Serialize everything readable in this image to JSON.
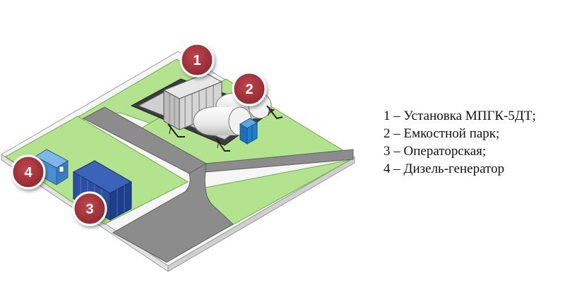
{
  "markers": [
    {
      "id": "1",
      "label": "1"
    },
    {
      "id": "2",
      "label": "2"
    },
    {
      "id": "3",
      "label": "3"
    },
    {
      "id": "4",
      "label": "4"
    }
  ],
  "legend": {
    "items": [
      "1 – Установка МПГК-5ДТ;",
      "2 – Емкостной парк;",
      "3 – Операторская;",
      "4 – Дизель-генератор"
    ]
  },
  "colors": {
    "grass": "#b3e38f",
    "grass_edge": "#6faa4c",
    "road": "#8c8c8c",
    "road_edge": "#5f5f5f",
    "slab": "#f4f4f4",
    "marker_fill": "#a5353c",
    "marker_ring": "#ffffff",
    "container_blue": "#2a4fa3",
    "generator_blue": "#4a8fd6",
    "operator_blue": "#1f7fcf"
  }
}
